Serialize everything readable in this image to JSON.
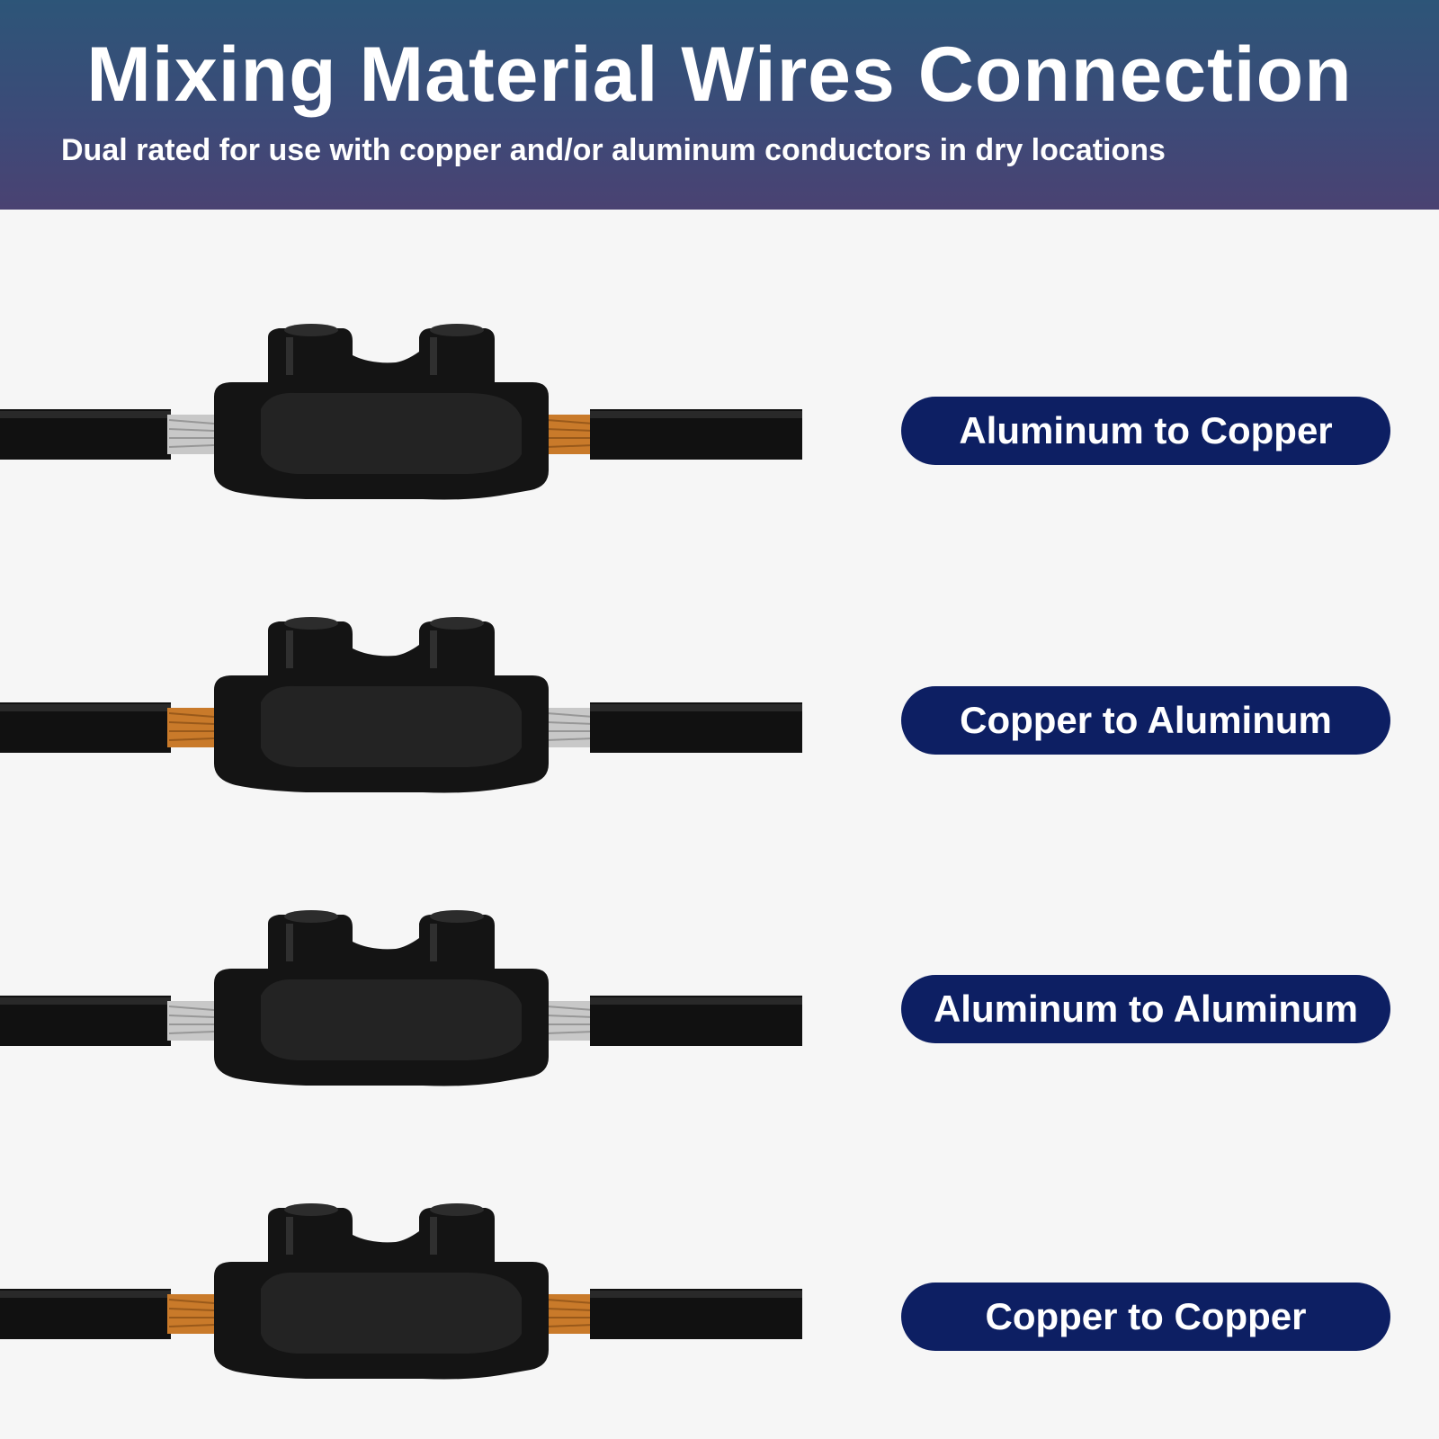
{
  "header": {
    "title": "Mixing Material Wires Connection",
    "subtitle": "Dual rated for use with copper and/or aluminum conductors in dry locations"
  },
  "connections": [
    {
      "label": "Aluminum to Copper",
      "left_conductor": "aluminum",
      "right_conductor": "copper"
    },
    {
      "label": "Copper to Aluminum",
      "left_conductor": "copper",
      "right_conductor": "aluminum"
    },
    {
      "label": "Aluminum to Aluminum",
      "left_conductor": "aluminum",
      "right_conductor": "aluminum"
    },
    {
      "label": "Copper to Copper",
      "left_conductor": "copper",
      "right_conductor": "copper"
    }
  ],
  "colors": {
    "header_top": "#2d5578",
    "header_bottom": "#4a4272",
    "pill": "#0d1f63",
    "background": "#f6f6f6",
    "copper": "#c97a2a",
    "aluminum": "#c8c8c8",
    "insulation": "#111111"
  }
}
